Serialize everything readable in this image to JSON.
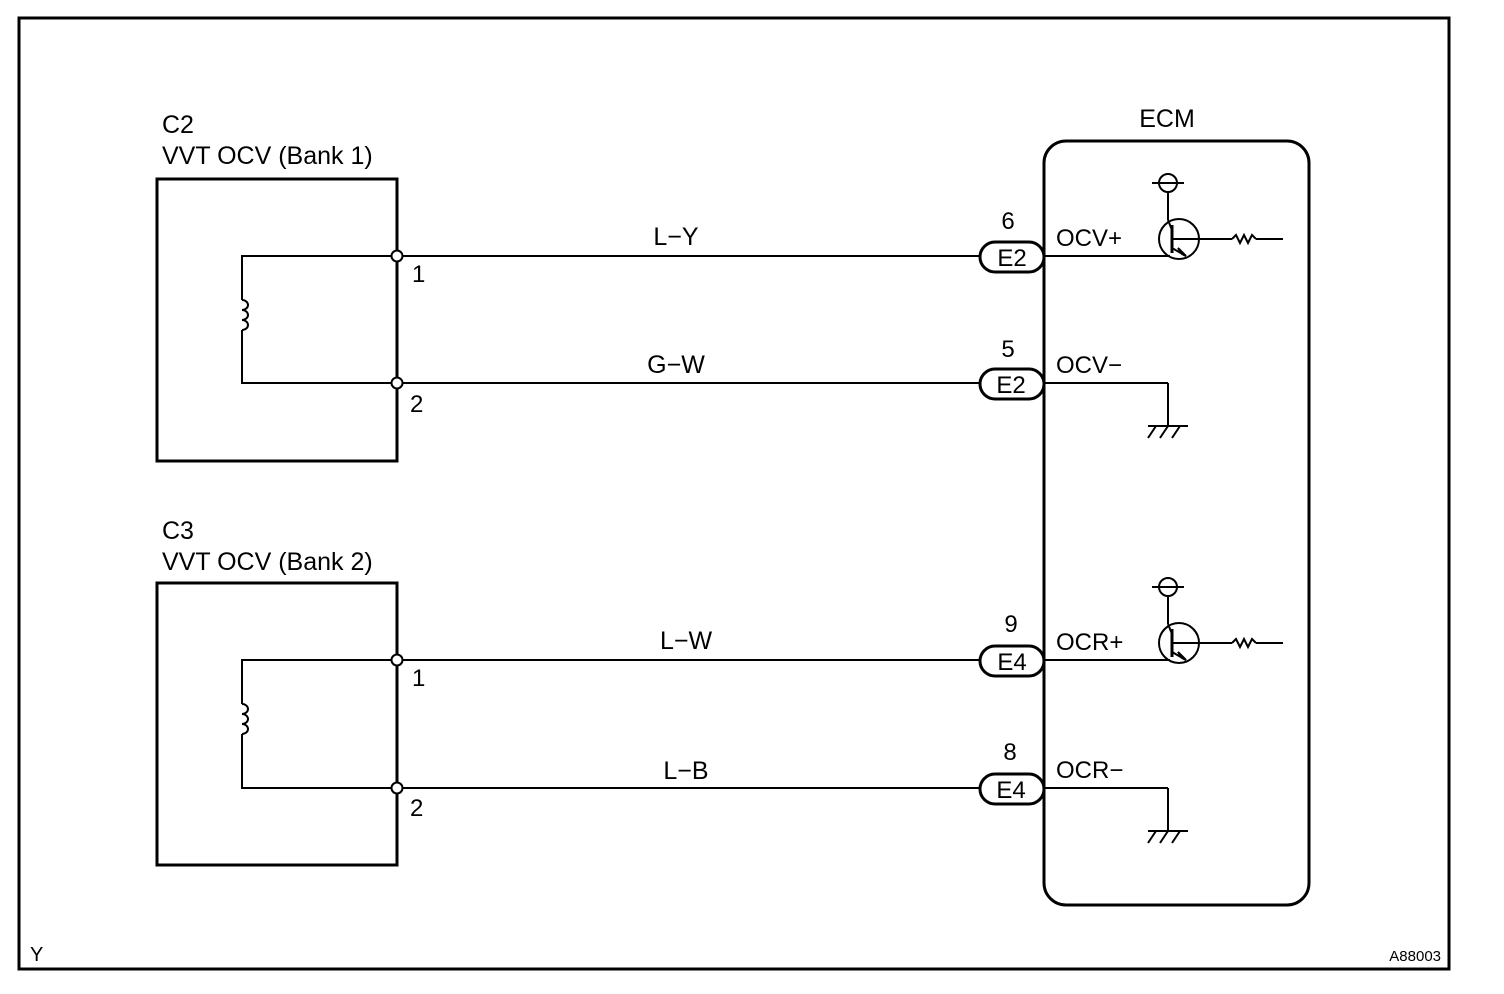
{
  "diagram": {
    "corner_left": "Y",
    "corner_right": "A88003",
    "components": [
      {
        "id": "C2",
        "name": "VVT OCV (Bank 1)"
      },
      {
        "id": "C3",
        "name": "VVT OCV (Bank 2)"
      }
    ],
    "ecm_label": "ECM",
    "pins": {
      "c2_pin1": "1",
      "c2_pin2": "2",
      "c3_pin1": "1",
      "c3_pin2": "2"
    },
    "wires": [
      {
        "color": "L−Y",
        "ecm_pin": "6",
        "connector": "E2",
        "terminal": "OCV+"
      },
      {
        "color": "G−W",
        "ecm_pin": "5",
        "connector": "E2",
        "terminal": "OCV−"
      },
      {
        "color": "L−W",
        "ecm_pin": "9",
        "connector": "E4",
        "terminal": "OCR+"
      },
      {
        "color": "L−B",
        "ecm_pin": "8",
        "connector": "E4",
        "terminal": "OCR−"
      }
    ]
  }
}
